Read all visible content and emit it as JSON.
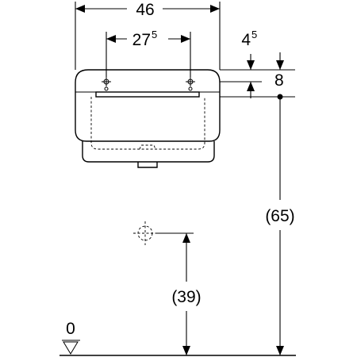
{
  "dimensions": {
    "overall_width": "46",
    "bracket_spacing_main": "27",
    "bracket_spacing_sup": "5",
    "top_offset_main": "4",
    "top_offset_sup": "5",
    "rim_height": "8",
    "total_height": "(65)",
    "drain_height": "(39)",
    "floor_level": "0"
  }
}
